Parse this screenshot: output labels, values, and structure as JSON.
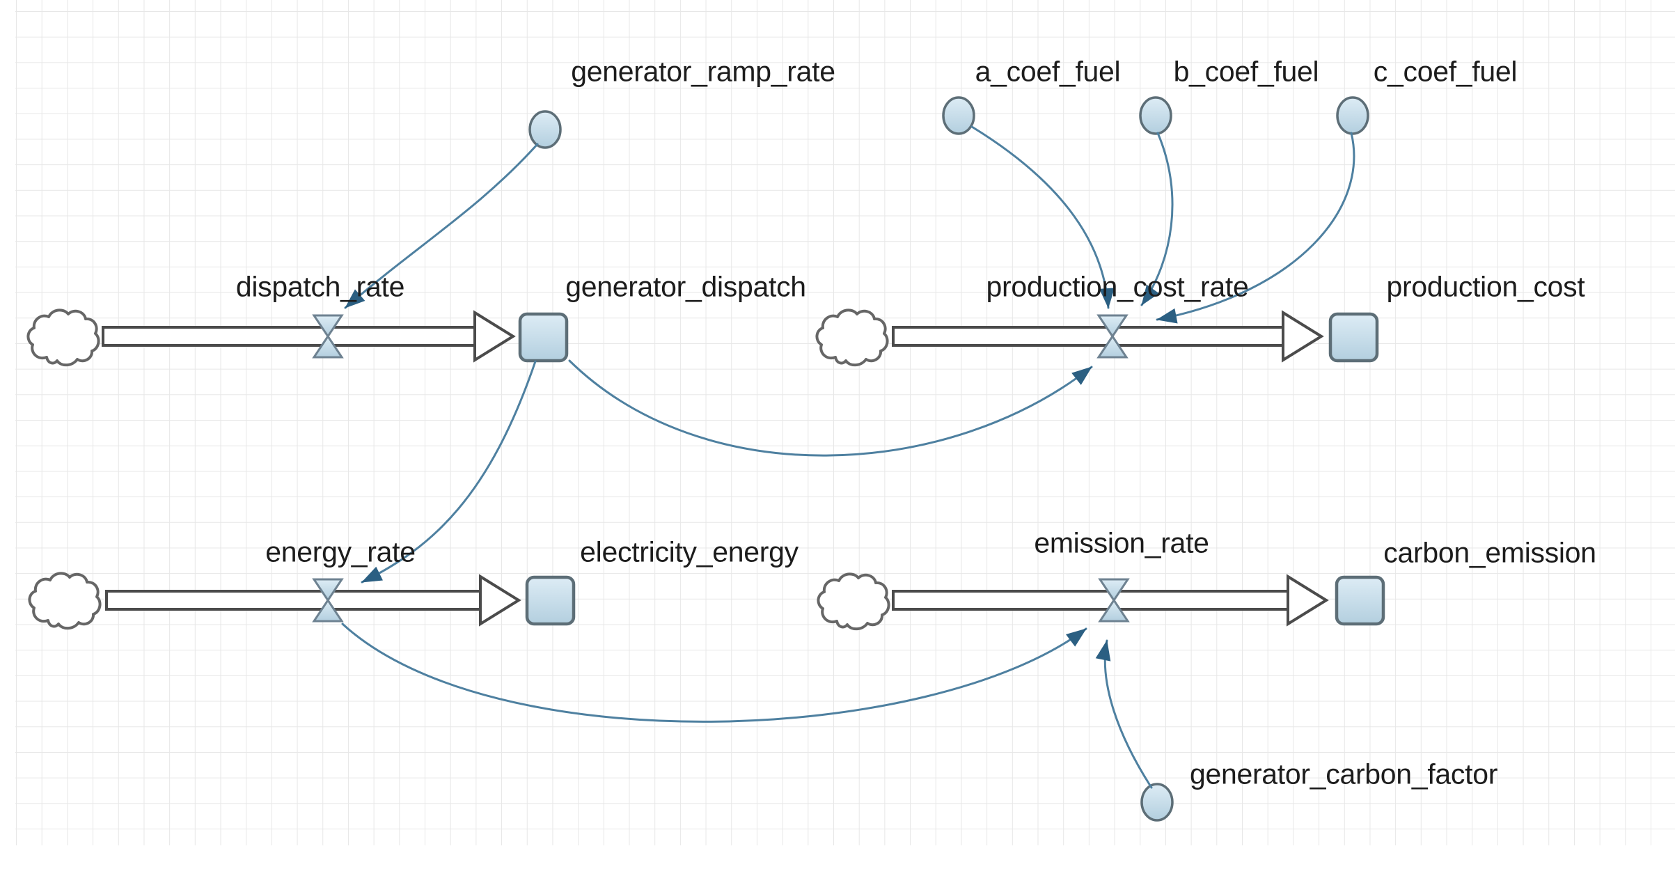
{
  "labels": {
    "generator_ramp_rate": "generator_ramp_rate",
    "a_coef_fuel": "a_coef_fuel",
    "b_coef_fuel": "b_coef_fuel",
    "c_coef_fuel": "c_coef_fuel",
    "dispatch_rate": "dispatch_rate",
    "generator_dispatch": "generator_dispatch",
    "production_cost_rate": "production_cost_rate",
    "production_cost": "production_cost",
    "energy_rate": "energy_rate",
    "electricity_energy": "electricity_energy",
    "emission_rate": "emission_rate",
    "carbon_emission": "carbon_emission",
    "generator_carbon_factor": "generator_carbon_factor"
  },
  "model": {
    "stocks": [
      "generator_dispatch",
      "production_cost",
      "electricity_energy",
      "carbon_emission"
    ],
    "flows": [
      {
        "name": "dispatch_rate",
        "into": "generator_dispatch"
      },
      {
        "name": "production_cost_rate",
        "into": "production_cost"
      },
      {
        "name": "energy_rate",
        "into": "electricity_energy"
      },
      {
        "name": "emission_rate",
        "into": "carbon_emission"
      }
    ],
    "auxiliaries": [
      "generator_ramp_rate",
      "a_coef_fuel",
      "b_coef_fuel",
      "c_coef_fuel",
      "generator_carbon_factor"
    ],
    "links": [
      {
        "from": "generator_ramp_rate",
        "to": "dispatch_rate"
      },
      {
        "from": "a_coef_fuel",
        "to": "production_cost_rate"
      },
      {
        "from": "b_coef_fuel",
        "to": "production_cost_rate"
      },
      {
        "from": "c_coef_fuel",
        "to": "production_cost_rate"
      },
      {
        "from": "generator_dispatch",
        "to": "production_cost_rate"
      },
      {
        "from": "generator_dispatch",
        "to": "energy_rate"
      },
      {
        "from": "energy_rate",
        "to": "emission_rate"
      },
      {
        "from": "generator_carbon_factor",
        "to": "emission_rate"
      }
    ]
  },
  "colors": {
    "link": "#4e80a0",
    "arrowhead": "#2b5f82",
    "shape_fill_top": "#dcebf4",
    "shape_fill_bottom": "#b3cfdf",
    "shape_border": "#5d6e77",
    "pipe_border": "#4b4b4b",
    "grid": "#e7e7e7",
    "text": "#1c1c1c",
    "background": "#ffffff"
  }
}
